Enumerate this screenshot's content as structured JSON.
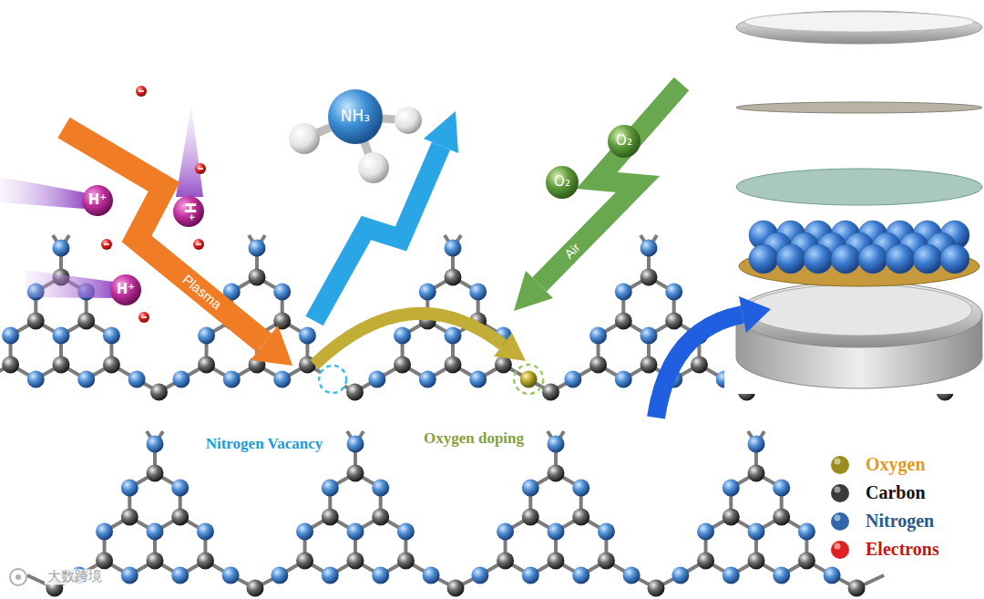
{
  "diagram": {
    "labels": [
      "Plasma",
      "H⁺",
      "H⁺",
      "H⁺",
      "NH₃",
      "O₂",
      "O₂",
      "Air",
      "Nitrogen Vacancy",
      "Oxygen doping",
      "大数跨境"
    ],
    "legend": [
      {
        "text": "Oxygen",
        "color": "#9a8c1c"
      },
      {
        "text": "Carbon",
        "color": "#3a3a3a"
      },
      {
        "text": "Nitrogen",
        "color": "#2f67a8"
      },
      {
        "text": "Electrons",
        "color": "#e02020"
      }
    ]
  }
}
